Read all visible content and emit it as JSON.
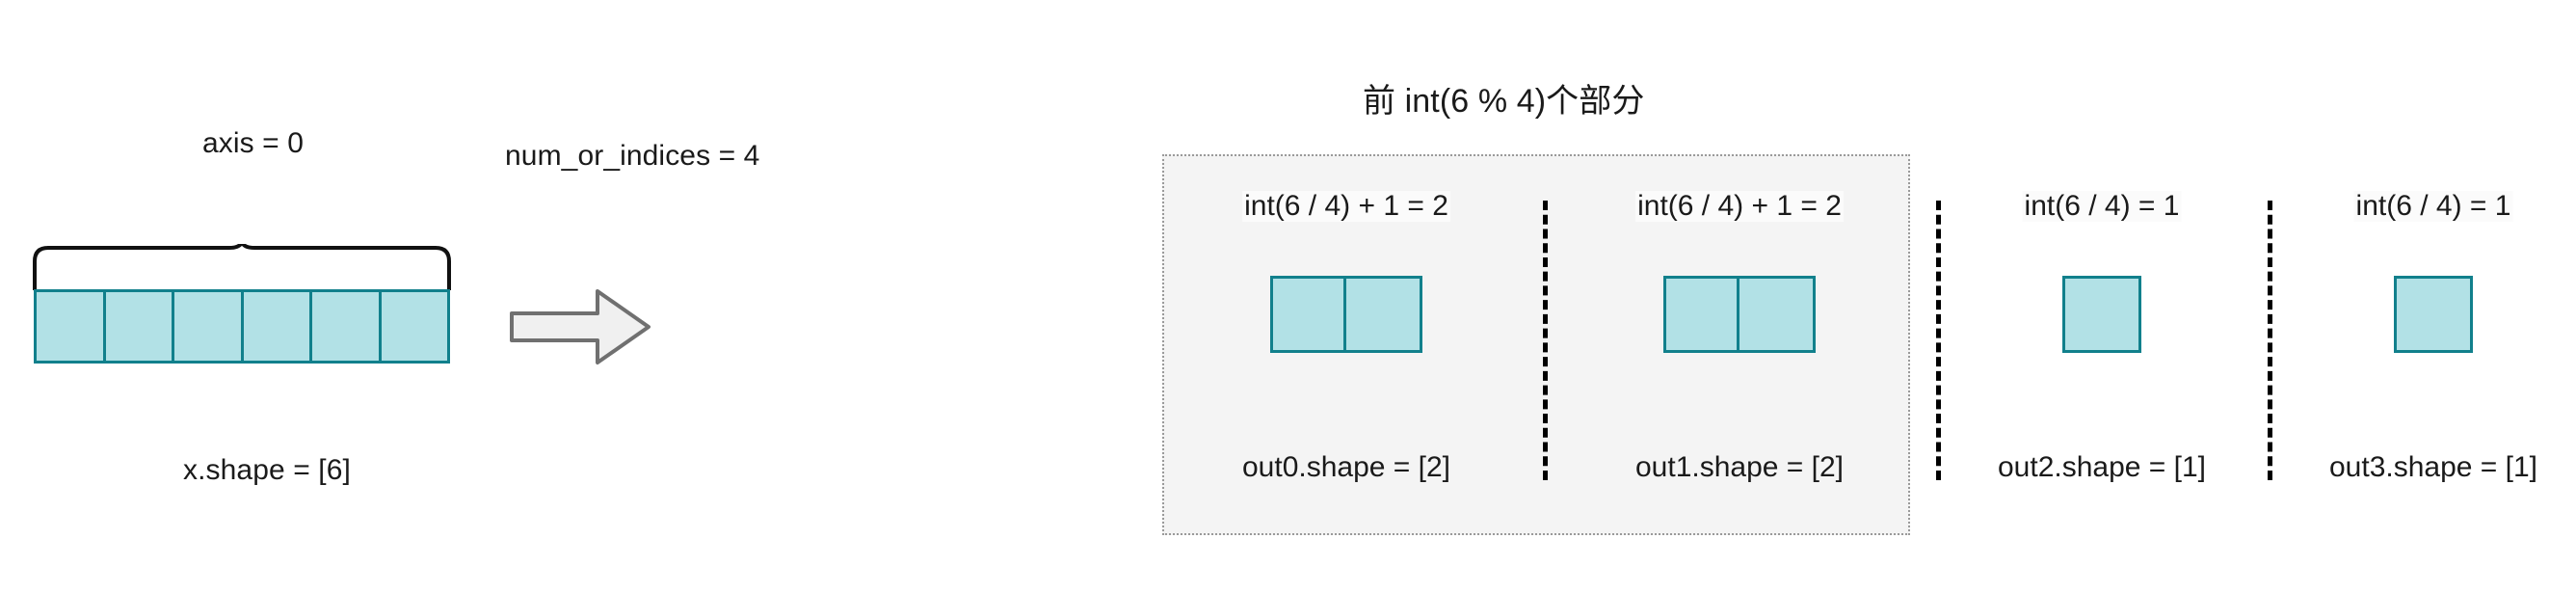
{
  "diagram": {
    "title_cn": "前 int(6 % 4)个部分",
    "input": {
      "axis_label": "axis = 0",
      "shape_label": "x.shape = [6]",
      "cell_count": 6
    },
    "operator": {
      "param_label": "num_or_indices = 4",
      "arrow_icon": "right-block-arrow-icon"
    },
    "groups": [
      {
        "formula": "int(6 / 4) + 1 = 2",
        "shape": "out0.shape = [2]",
        "cells": 2,
        "in_panel": true
      },
      {
        "formula": "int(6 / 4) + 1 = 2",
        "shape": "out1.shape = [2]",
        "cells": 2,
        "in_panel": true
      },
      {
        "formula": "int(6 / 4) = 1",
        "shape": "out2.shape = [1]",
        "cells": 1,
        "in_panel": false
      },
      {
        "formula": "int(6 / 4) = 1",
        "shape": "out3.shape = [1]",
        "cells": 1,
        "in_panel": false
      }
    ],
    "colors": {
      "cell_fill": "#b2e1e6",
      "cell_border": "#11808c",
      "panel_fill": "#f4f4f4",
      "panel_border": "#9a9a9a",
      "arrow_fill": "#f0f0f0",
      "arrow_border": "#707070",
      "divider": "#000000",
      "text": "#1a1a1a",
      "background": "#ffffff"
    }
  },
  "chart_data": {
    "type": "diagram",
    "title": "前 int(6 % 4)个部分",
    "categories": [
      "out0",
      "out1",
      "out2",
      "out3"
    ],
    "values": [
      2,
      2,
      1,
      1
    ],
    "input_length": 6,
    "num_or_indices": 4,
    "axis": 0
  }
}
